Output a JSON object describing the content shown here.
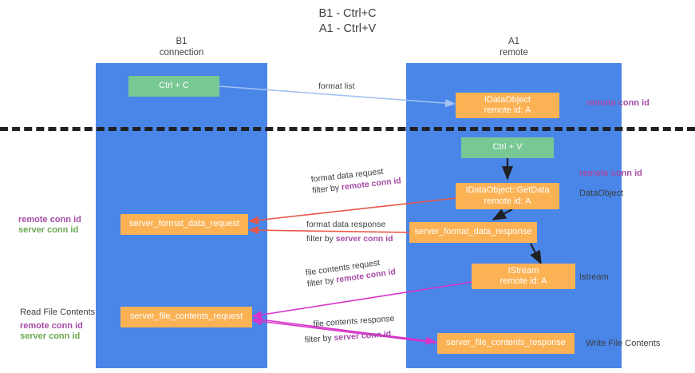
{
  "title": "B1 - Ctrl+C\nA1 - Ctrl+V",
  "lanes": [
    {
      "id": "b1",
      "header": "B1\nconnection"
    },
    {
      "id": "a1",
      "header": "A1\nremote"
    }
  ],
  "nodes": [
    {
      "id": "ctrl-c",
      "label": "Ctrl + C",
      "color": "#78c894"
    },
    {
      "id": "idataobject-remote",
      "label": "IDataObject\nremote id: A",
      "color": "#fbb254"
    },
    {
      "id": "ctrl-v",
      "label": "Ctrl + V",
      "color": "#78c894"
    },
    {
      "id": "idataobject-getdata",
      "label": "IDataObject::GetData\nremote id: A",
      "color": "#fbb254"
    },
    {
      "id": "server-format-data-request",
      "label": "server_format_data_request",
      "color": "#fbb254"
    },
    {
      "id": "server-format-data-response",
      "label": "server_format_data_response",
      "color": "#fbb254"
    },
    {
      "id": "istream",
      "label": "IStream\nremote id: A",
      "color": "#fbb254"
    },
    {
      "id": "server-file-contents-request",
      "label": "server_file_contents_request",
      "color": "#fbb254"
    },
    {
      "id": "server-file-contents-response",
      "label": "server_file_contents_response",
      "color": "#fbb254"
    }
  ],
  "edge_labels": {
    "format_list": "format list",
    "format_data_request": "format data request",
    "format_data_request_filter_prefix": "filter by ",
    "format_data_request_filter_key": "remote conn id",
    "format_data_response": "format data response",
    "format_data_response_filter_prefix": "filter by ",
    "format_data_response_filter_key": "server conn id",
    "file_contents_request": "file contents request",
    "file_contents_request_filter_prefix": "filter by ",
    "file_contents_request_filter_key": "remote conn id",
    "file_contents_response": "file contents response",
    "file_contents_response_filter_prefix": "filter by ",
    "file_contents_response_filter_key": "server conn id"
  },
  "annotations": {
    "right_remote_conn_id_top": "remote conn id",
    "right_remote_conn_id_mid": "remote conn id",
    "right_dataobject": "DataObject",
    "right_istream": "Istream",
    "right_write_file_contents": "Write File Contents",
    "left_remote_conn_id": "remote conn id",
    "left_server_conn_id": "server conn id",
    "left_read_file_contents": "Read File Contents",
    "left_remote_conn_id_2": "remote conn id",
    "left_server_conn_id_2": "server conn id"
  },
  "colors": {
    "lane": "#4a86e8",
    "green_node": "#78c894",
    "orange_node": "#fbb254",
    "purple_key": "#a64ca6",
    "green_key": "#6aa84f",
    "arrow_blue": "#a4c2f4",
    "arrow_red": "#e8584a",
    "arrow_magenta": "#d633c8",
    "arrow_black": "#202124",
    "divider": "#202124"
  }
}
